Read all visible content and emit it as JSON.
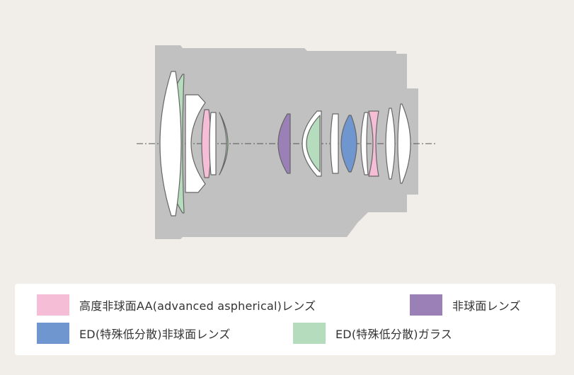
{
  "colors": {
    "background": "#f1eee9",
    "barrel": "#c1c1c1",
    "optical_axis": "#555555",
    "lens_outline": "#666666",
    "aa_aspherical": "#f6bed6",
    "aspherical": "#9a80b6",
    "ed_aspherical": "#6f96cf",
    "ed_glass": "#b5dcbc",
    "standard_glass": "#ffffff"
  },
  "legend": {
    "aa_aspherical": "高度非球面AA(advanced aspherical)レンズ",
    "aspherical": "非球面レンズ",
    "ed_aspherical": "ED(特殊低分散)非球面レンズ",
    "ed_glass": "ED(特殊低分散)ガラス"
  }
}
